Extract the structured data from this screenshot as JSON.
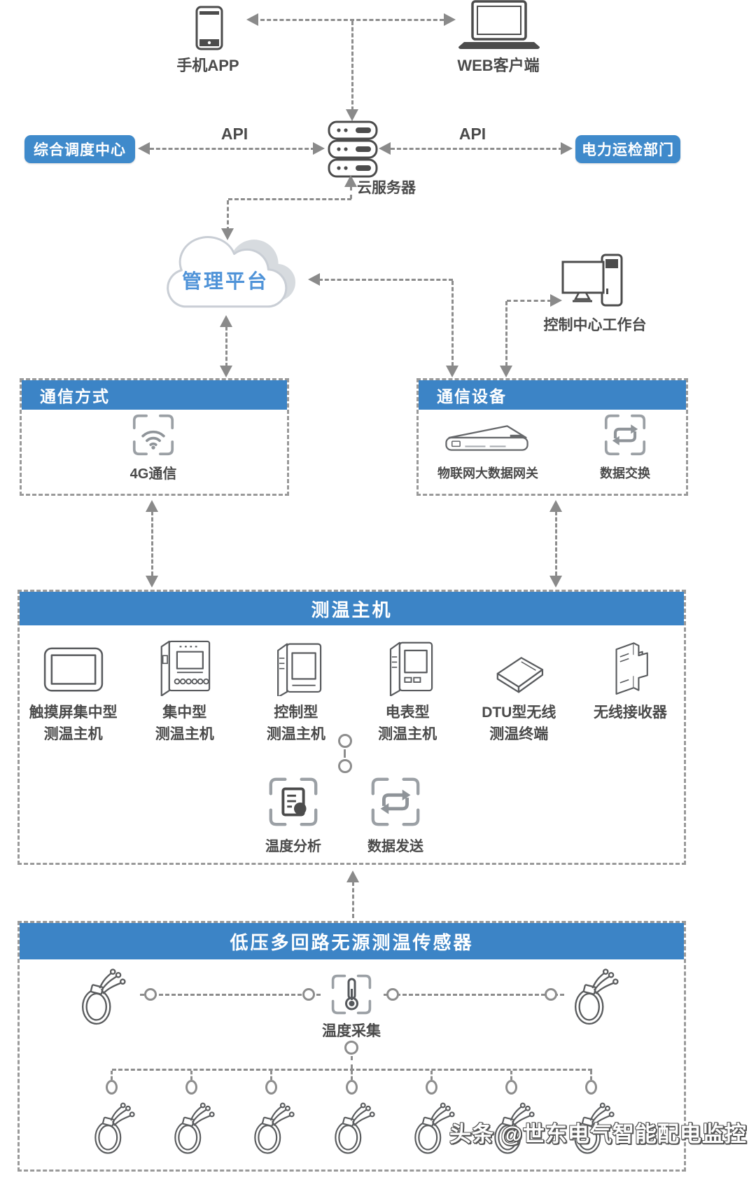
{
  "top": {
    "phone_label": "手机APP",
    "web_label": "WEB客户端"
  },
  "api": {
    "left_box": "综合调度中心",
    "right_box": "电力运检部门",
    "label_left": "API",
    "label_right": "API",
    "server_label": "云服务器"
  },
  "cloud": {
    "label": "管理平台"
  },
  "workstation": {
    "label": "控制中心工作台"
  },
  "comm_method": {
    "title": "通信方式",
    "item": "4G通信"
  },
  "comm_device": {
    "title": "通信设备",
    "gateway": "物联网大数据网关",
    "exchange": "数据交换"
  },
  "host": {
    "title": "测温主机",
    "devices": [
      {
        "line1": "触摸屏集中型",
        "line2": "测温主机"
      },
      {
        "line1": "集中型",
        "line2": "测温主机"
      },
      {
        "line1": "控制型",
        "line2": "测温主机"
      },
      {
        "line1": "电表型",
        "line2": "测温主机"
      },
      {
        "line1": "DTU型无线",
        "line2": "测温终端"
      },
      {
        "line1": "无线接收器",
        "line2": ""
      }
    ],
    "analysis": "温度分析",
    "send": "数据发送"
  },
  "sensors": {
    "title": "低压多回路无源测温传感器",
    "collect": "温度采集"
  },
  "watermark": {
    "text": "头条 @世东电气智能配电监控"
  },
  "icons": {
    "phone-icon": "smartphone outline",
    "laptop-icon": "laptop outline",
    "server-icon": "stacked cloud server units",
    "cloud-icon": "cloud shape",
    "workstation-icon": "desktop monitor with tower",
    "wifi-scan-icon": "wifi waves in corner brackets",
    "gateway-icon": "flat rack gateway device",
    "exchange-icon": "loop arrows in corner brackets",
    "analysis-icon": "document list with dot in corner brackets",
    "thermometer-icon": "thermometer in corner brackets",
    "ring-sensor-icon": "clamp ring temperature sensor with wire leads"
  },
  "colors": {
    "accent_blue": "#3c84c6",
    "pill_blue": "#3f8acb",
    "connector_gray": "#8d8d8d",
    "text_dark": "#4a4a4a",
    "cloud_text": "#4f93d8",
    "cloud_back": "#d7dbdf"
  }
}
